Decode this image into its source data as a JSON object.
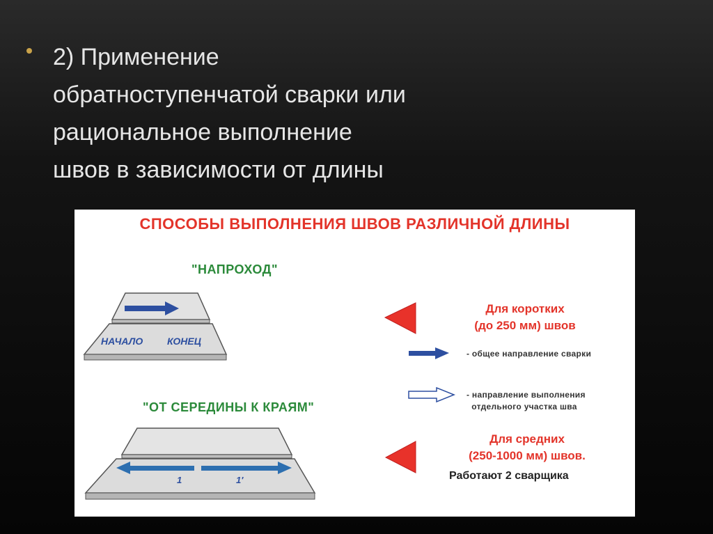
{
  "slide": {
    "bullet_text": "2) Применение\nобратноступенчатой сварки или\nрациональное выполнение\nшвов в зависимости от длины"
  },
  "figure": {
    "title": "СПОСОБЫ ВЫПОЛНЕНИЯ ШВОВ РАЗЛИЧНОЙ ДЛИНЫ",
    "method1_label": "\"НАПРОХОД\"",
    "method1_start": "НАЧАЛО",
    "method1_end": "КОНЕЦ",
    "method2_label": "\"ОТ СЕРЕДИНЫ К КРАЯМ\"",
    "method2_left": "1",
    "method2_right": "1′",
    "short_seams": "Для коротких\n(до 250 мм) швов",
    "legend_solid": "- общее направление сварки",
    "legend_hollow": "- направление выполнения\n  отдельного участка шва",
    "medium_seams": "Для средних\n(250-1000 мм) швов.",
    "two_welders": "Работают 2 сварщика",
    "colors": {
      "title_red": "#e3342a",
      "label_green": "#2b8a3a",
      "arrow_blue": "#2d4fa0",
      "triangle_red": "#e8322a"
    },
    "icons": [
      "red-triangle-icon",
      "solid-arrow-icon",
      "hollow-arrow-icon"
    ]
  }
}
